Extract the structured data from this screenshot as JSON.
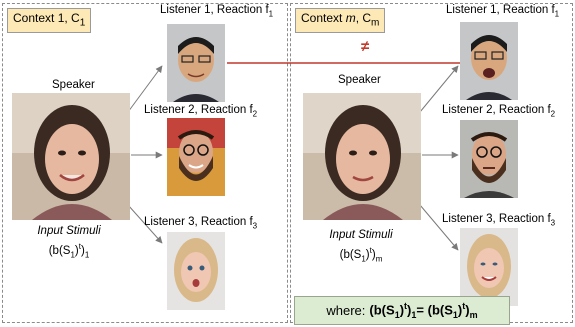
{
  "left_context": {
    "label": "Context 1, C",
    "label_sub": "1"
  },
  "right_context": {
    "label": "Context m, C",
    "label_sub": "m"
  },
  "speaker_label": "Speaker",
  "listener_1": {
    "label": "Listener 1, Reaction f",
    "sub": "1"
  },
  "listener_2": {
    "label": "Listener 2, Reaction f",
    "sub": "2"
  },
  "listener_3": {
    "label": "Listener 3, Reaction f",
    "sub": "3"
  },
  "input_stimuli": {
    "title": "Input Stimuli",
    "left_sub": "1",
    "right_sub": "m"
  },
  "not_equal_symbol": "≠",
  "where_prefix": "where:",
  "colors": {
    "context_label_bg": "#fde9b5",
    "where_bg": "#dcecd3",
    "red_line": "#c0392b",
    "arrow": "#7a7a7a"
  }
}
